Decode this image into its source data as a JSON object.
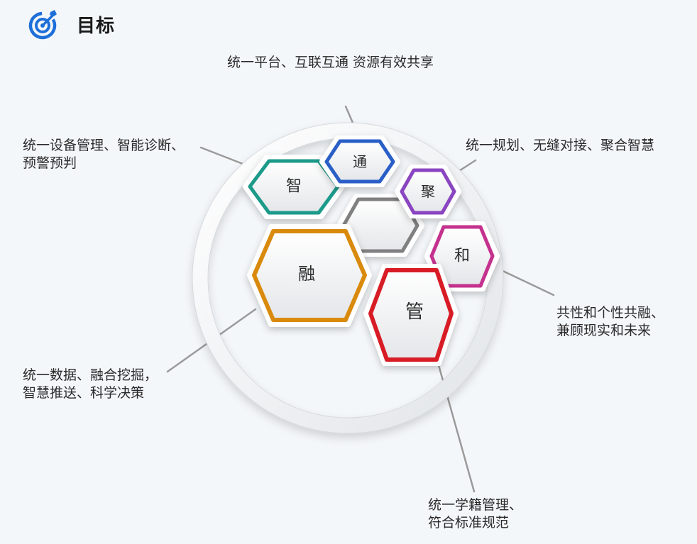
{
  "header": {
    "title": "目标"
  },
  "annotations": {
    "top": [
      "统一平台、互联互通 资源有效共享"
    ],
    "upper_left": [
      "统一设备管理、智能诊断、",
      "预警预判"
    ],
    "upper_right": [
      "统一规划、无缝对接、聚合智慧"
    ],
    "right": [
      "共性和个性共融、",
      "兼顾现实和未来"
    ],
    "lower_left": [
      "统一数据、融合挖掘，",
      "智慧推送、科学决策"
    ],
    "bottom": [
      "统一学籍管理、",
      "符合标准规范"
    ]
  },
  "hexagons": {
    "zhi": {
      "label": "智",
      "color": "#1a9a8a"
    },
    "tong": {
      "label": "通",
      "color": "#2a5fc8"
    },
    "ju": {
      "label": "聚",
      "color": "#8a45c0"
    },
    "he": {
      "label": "和",
      "color": "#c4308e"
    },
    "guan": {
      "label": "管",
      "color": "#d81f26"
    },
    "rong": {
      "label": "融",
      "color": "#d98a0a"
    },
    "center": {
      "label": "",
      "color": "#808080"
    }
  },
  "colors": {
    "header_icon": "#1e6fd9",
    "ring": "#e6e9ed",
    "connector": "#9a9a9a"
  }
}
